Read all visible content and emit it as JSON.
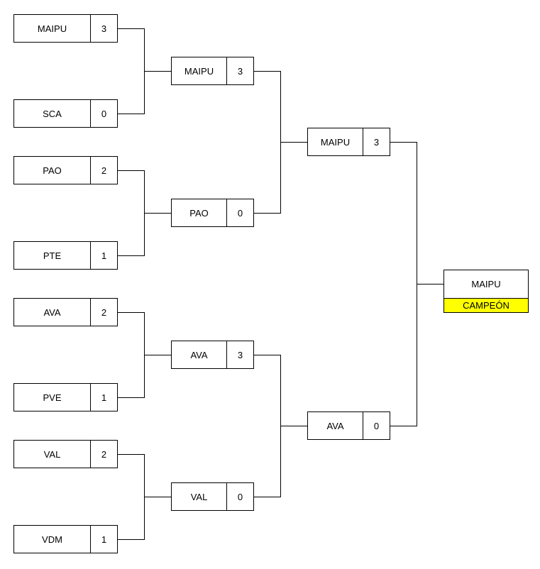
{
  "round1": [
    {
      "team": "MAIPU",
      "score": "3"
    },
    {
      "team": "SCA",
      "score": "0"
    },
    {
      "team": "PAO",
      "score": "2"
    },
    {
      "team": "PTE",
      "score": "1"
    },
    {
      "team": "AVA",
      "score": "2"
    },
    {
      "team": "PVE",
      "score": "1"
    },
    {
      "team": "VAL",
      "score": "2"
    },
    {
      "team": "VDM",
      "score": "1"
    }
  ],
  "round2": [
    {
      "team": "MAIPU",
      "score": "3"
    },
    {
      "team": "PAO",
      "score": "0"
    },
    {
      "team": "AVA",
      "score": "3"
    },
    {
      "team": "VAL",
      "score": "0"
    }
  ],
  "final": [
    {
      "team": "MAIPU",
      "score": "3"
    },
    {
      "team": "AVA",
      "score": "0"
    }
  ],
  "champion": {
    "team": "MAIPU",
    "label": "CAMPEÓN",
    "label_color": "#ffff00"
  }
}
